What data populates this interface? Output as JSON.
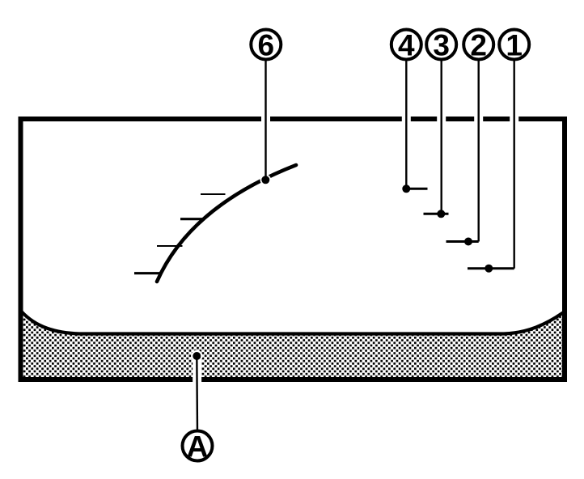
{
  "colors": {
    "ink": "#000000",
    "paper": "#ffffff"
  },
  "callouts": [
    {
      "label": "6"
    },
    {
      "label": "4"
    },
    {
      "label": "3"
    },
    {
      "label": "2"
    },
    {
      "label": "1"
    },
    {
      "label": "A"
    }
  ]
}
